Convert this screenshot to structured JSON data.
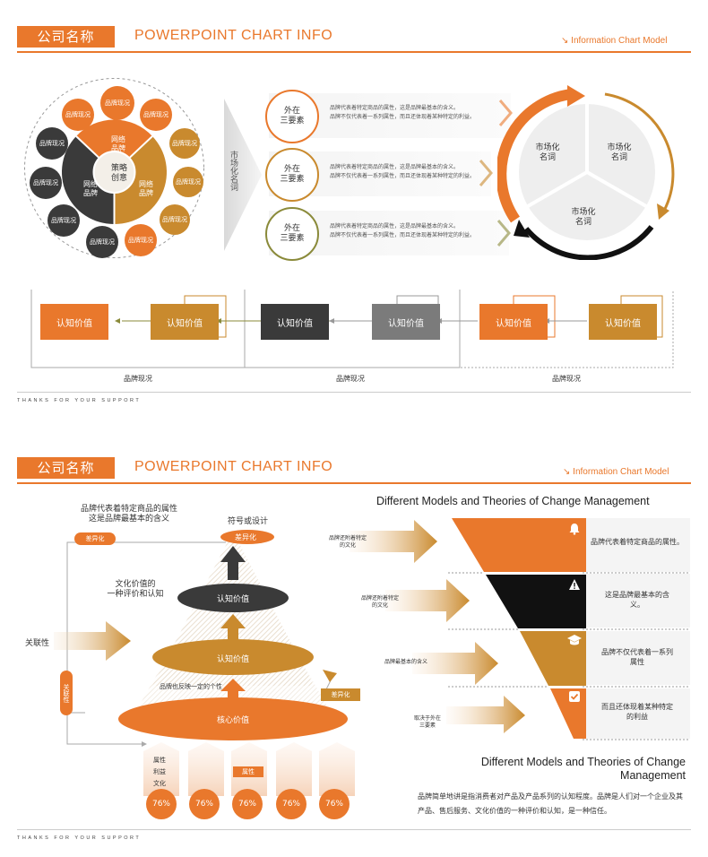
{
  "top": {
    "company": "公司名称",
    "title": "POWERPOINT CHART INFO",
    "right_label": "Information Chart Model",
    "center_label": "策略\n创意",
    "inner_segments": [
      "网络\n品牌",
      "网络\n品牌",
      "网络\n品牌"
    ],
    "ring_label": "品牌现况",
    "arrow_label": "市场化名词",
    "factors": [
      {
        "circle": "外在\n三要素",
        "text": "品牌代表着特定商品的属性，这是品牌最基本的含义。\n品牌不仅代表着一系列属性，而且还体现着某种特定的利益。"
      },
      {
        "circle": "外在\n三要素",
        "text": "品牌代表着特定商品的属性，这是品牌最基本的含义。\n品牌不仅代表着一系列属性，而且还体现着某种特定的利益。"
      },
      {
        "circle": "外在\n三要素",
        "text": "品牌代表着特定商品的属性，这是品牌最基本的含义。\n品牌不仅代表着一系列属性，而且还体现着某种特定的利益。"
      }
    ],
    "cycle_labels": [
      "市场化\n名词",
      "市场化\n名词",
      "市场化\n名词"
    ],
    "value_boxes": [
      "认知价值",
      "认知价值",
      "认知价值",
      "认知价值",
      "认知价值",
      "认知价值"
    ],
    "bottom_labels": [
      "品牌现况",
      "品牌现况",
      "品牌现况"
    ],
    "footer": "THANKS FOR YOUR SUPPORT"
  },
  "bottom": {
    "company": "公司名称",
    "title": "POWERPOINT CHART INFO",
    "right_label": "Information Chart Model",
    "heading": "Different Models and Theories of Change Management",
    "top_note": "品牌代表着特定商品的属性\n这是品牌最基本的含义",
    "symbol_label": "符号或设计",
    "diff_tag": "差异化",
    "diff_top": "差异化",
    "culture_note": "文化价值的\n一种评价和认知",
    "relevance": "关联性",
    "side_tag": "关联性",
    "cognitive_dark": "认知价值",
    "cognitive_gold": "认知价值",
    "reflect_note": "品牌也反映一定的个性",
    "diff_small": "差异化",
    "core": "核心价值",
    "attr_list": "属性\n利益\n文化",
    "attr_tag": "属性",
    "percents": [
      "76%",
      "76%",
      "76%",
      "76%",
      "76%"
    ],
    "arrow_notes": [
      "品牌还附着特定\n的文化",
      "品牌还附着特定\n的文化",
      "品牌最基本的含义",
      "取决于外在\n三要素"
    ],
    "funnel_texts": [
      "品牌代表着特定商品的属性。",
      "这是品牌最基本的含\n义。",
      "品牌不仅代表着一系列\n属性",
      "而且还体现着某种特定\n的利益"
    ],
    "funnel_icons": [
      "bell-icon",
      "warning-icon",
      "graduation-cap-icon",
      "checkmark-icon"
    ],
    "sub_heading": "Different Models and Theories of Change\nManagement",
    "paragraph": "品牌简单地讲是指消费者对产品及产品系列的认知程度。品牌是人们对一个企业及其产品、售后服务、文化价值的一种评价和认知，是一种信任。",
    "footer": "THANKS FOR YOUR SUPPORT"
  },
  "colors": {
    "orange": "#e9782c",
    "gold": "#c98a2e",
    "dark": "#3a3a3a",
    "grey": "#7b7b7b",
    "olive": "#8a8a3a"
  }
}
